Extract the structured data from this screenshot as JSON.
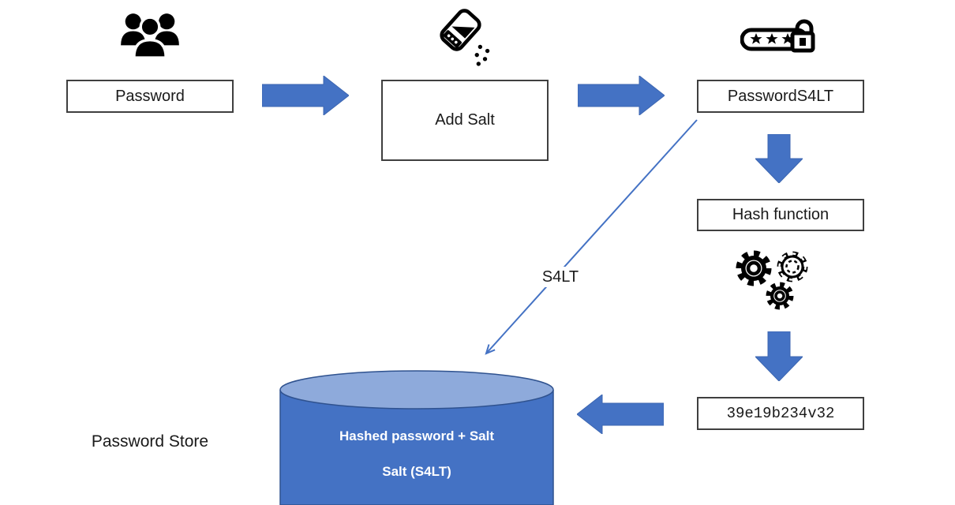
{
  "nodes": {
    "password": {
      "label": "Password"
    },
    "add_salt": {
      "label": "Add Salt"
    },
    "password_salt": {
      "label": "PasswordS4LT"
    },
    "hash_function": {
      "label": "Hash function"
    },
    "hash_output": {
      "label": "39e19b234v32"
    }
  },
  "edges": {
    "salt_label": "S4LT"
  },
  "store": {
    "caption": "Password Store",
    "line1": "Hashed password + Salt",
    "line2": "Salt (S4LT)"
  },
  "icons": {
    "users": "users-icon",
    "salt_shaker": "salt-shaker-icon",
    "password_lock": "password-lock-icon",
    "gears": "gears-icon",
    "database": "database-cylinder"
  },
  "colors": {
    "arrow_blue": "#4472C4",
    "arrow_border": "#3c66b1",
    "cylinder_body": "#4472C4",
    "cylinder_top": "#8EAADB",
    "cylinder_border": "#2F528F",
    "box_border": "#3F3F3F",
    "thin_line_blue": "#4472C4"
  }
}
